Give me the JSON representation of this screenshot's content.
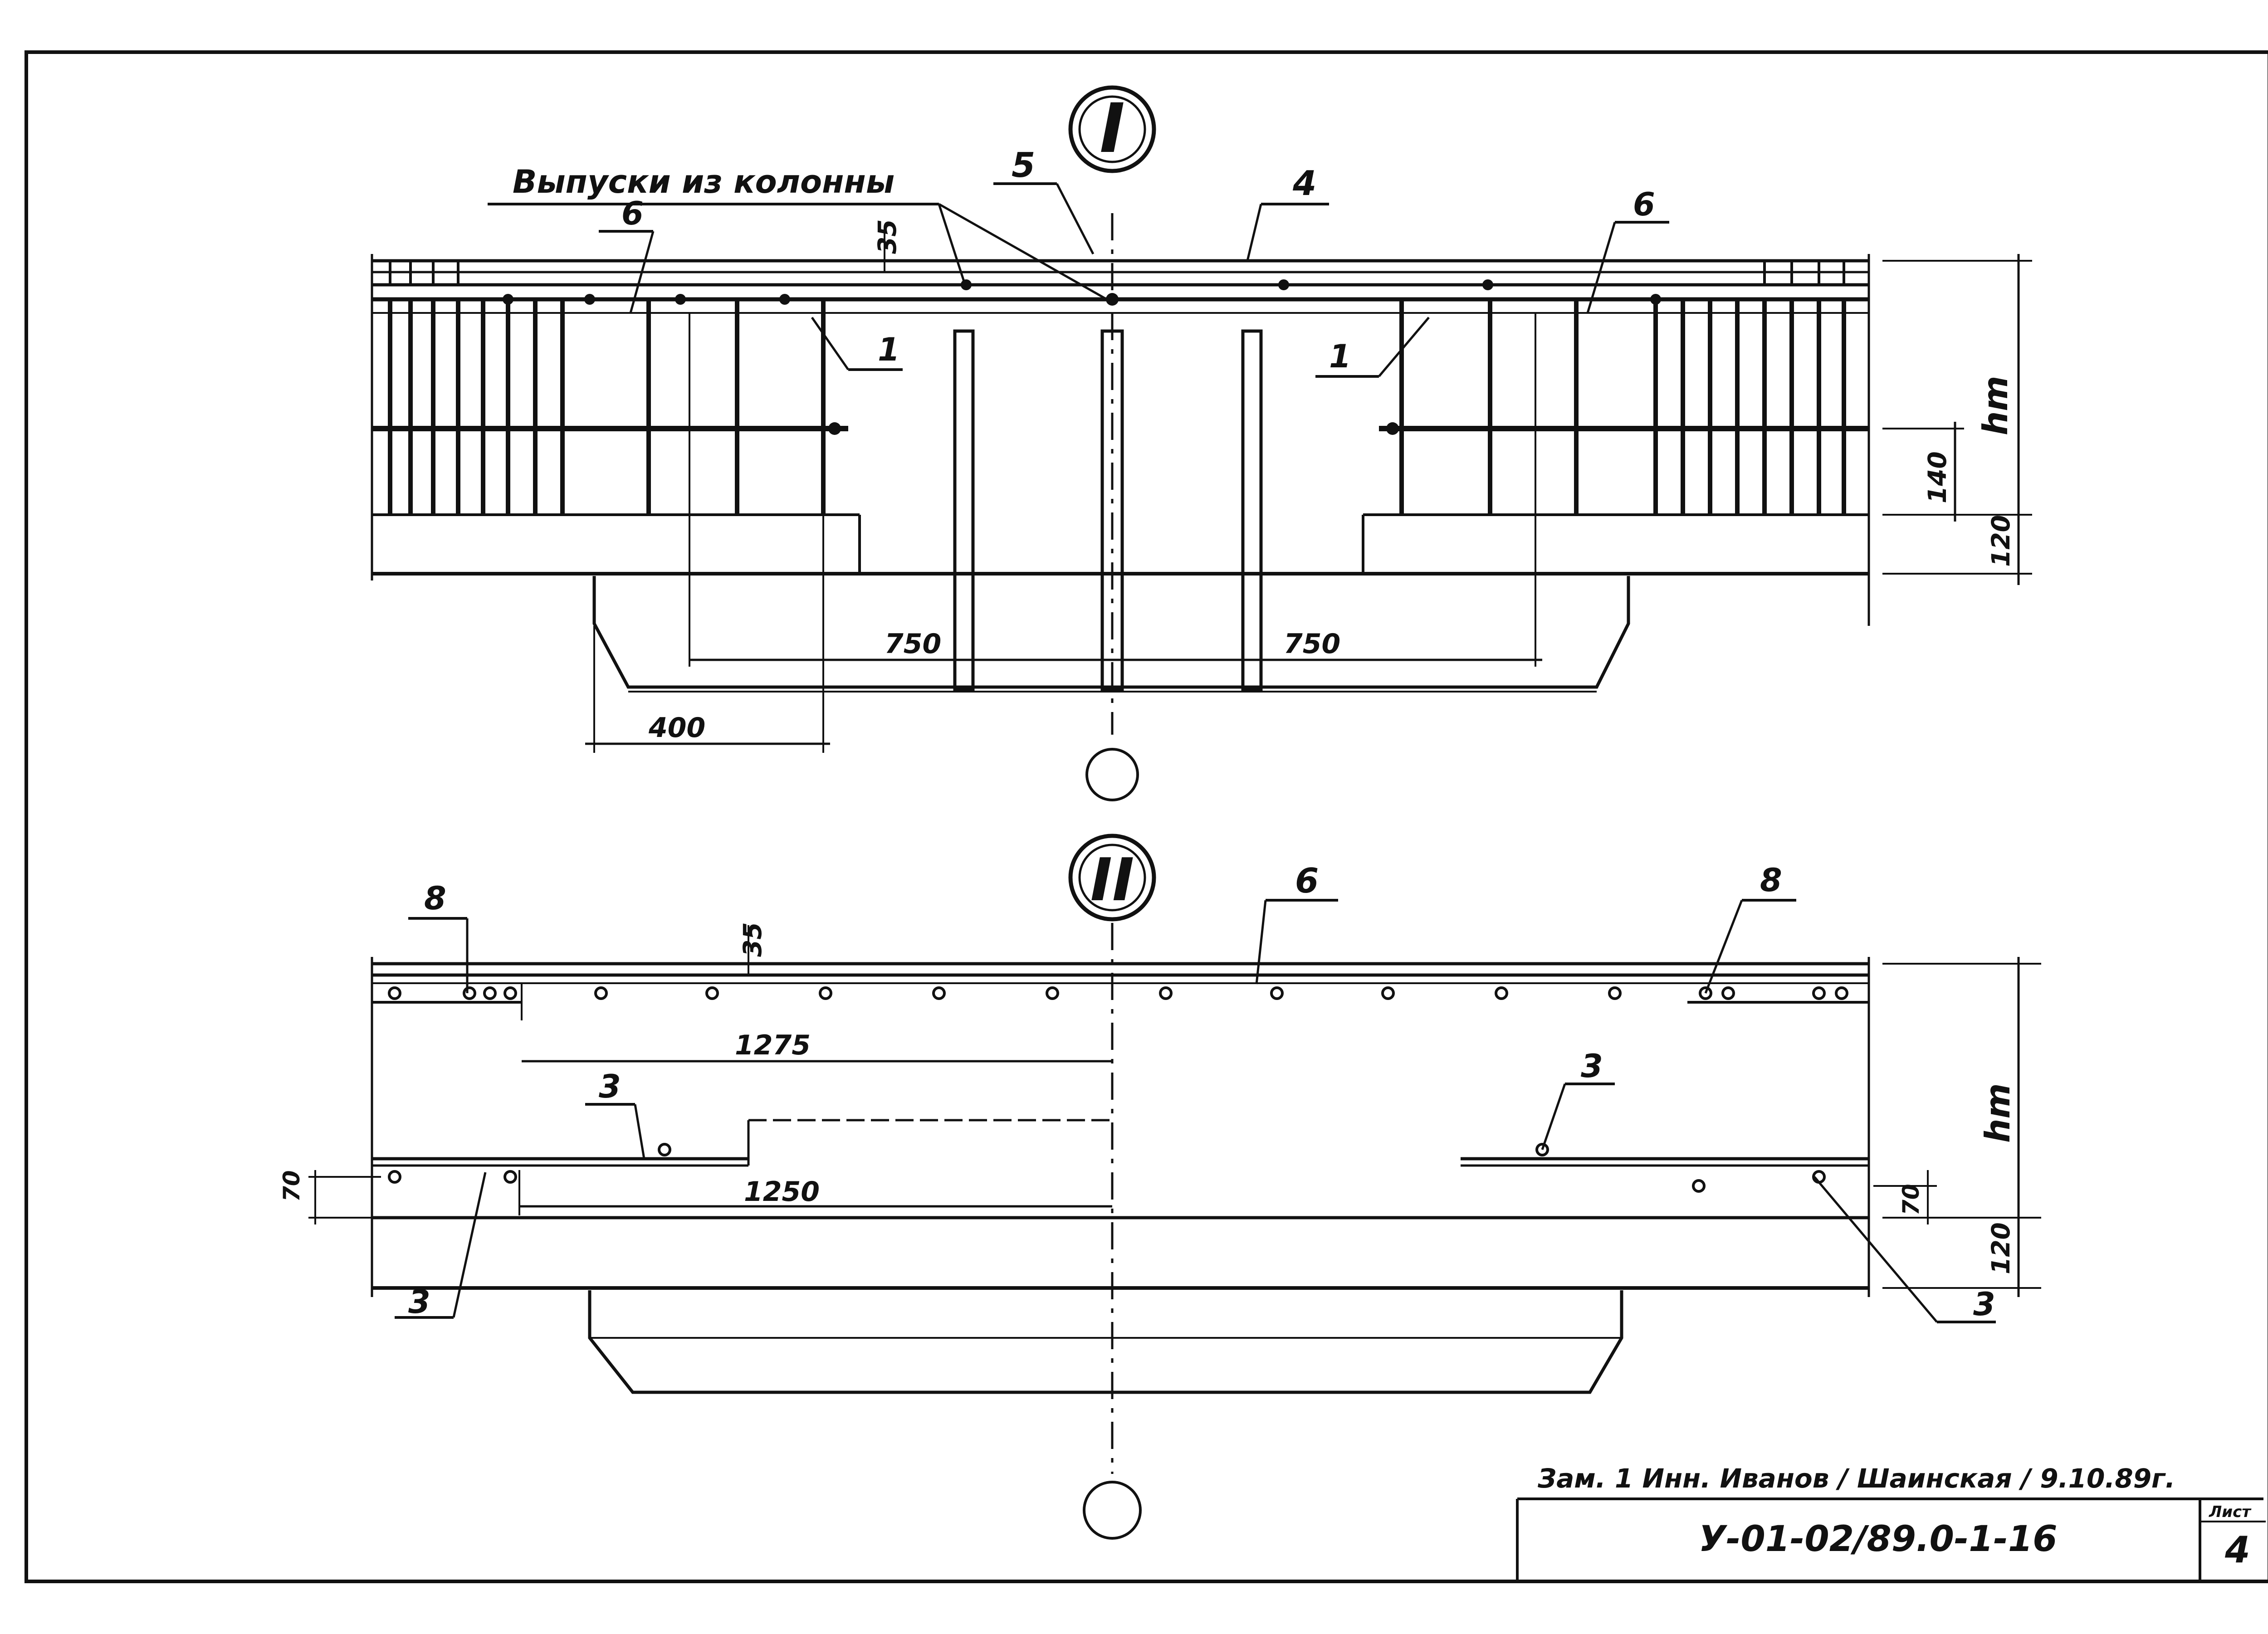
{
  "drawing": {
    "section_marks": [
      "I",
      "II"
    ],
    "callout_column_outlets": "Выпуски из колонны",
    "section1": {
      "callouts": [
        "5",
        "4",
        "6",
        "6",
        "1",
        "1"
      ],
      "dims": [
        "35",
        "750",
        "750",
        "400",
        "hm",
        "140",
        "120"
      ]
    },
    "section2": {
      "callouts": [
        "8",
        "6",
        "8",
        "3",
        "3",
        "3",
        "3"
      ],
      "dims": [
        "35",
        "1275",
        "1250",
        "70",
        "70",
        "hm",
        "120"
      ]
    }
  },
  "title_block": {
    "revision_note": "Зам. 1 Инн. Иванов / Шаинская / 9.10.89г.",
    "drawing_code": "У-01-02/89.0-1-16",
    "sheet_label": "Лист",
    "sheet_number": "4"
  }
}
